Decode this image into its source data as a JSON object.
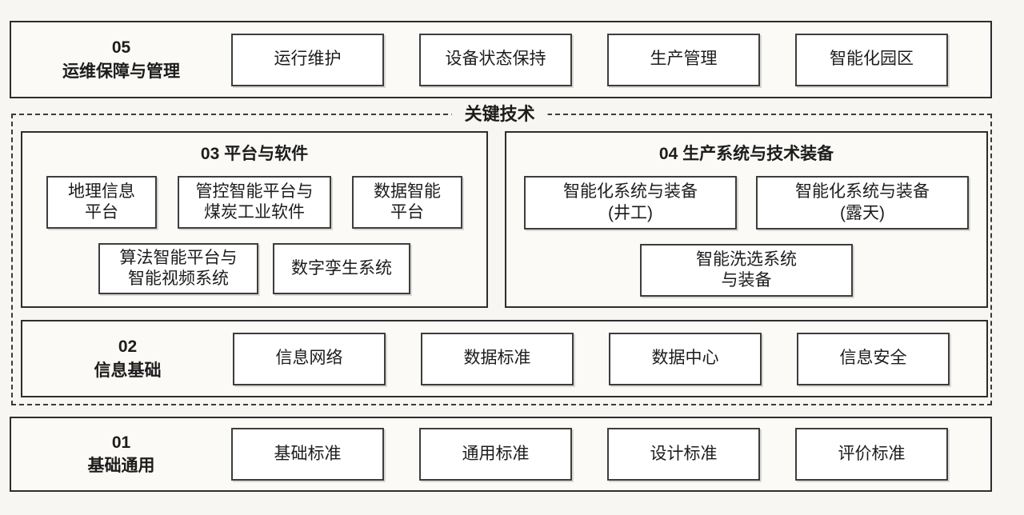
{
  "keytech": {
    "label": "关键技术"
  },
  "section05": {
    "code": "05",
    "name": "运维保障与管理",
    "items": [
      "运行维护",
      "设备状态保持",
      "生产管理",
      "智能化园区"
    ]
  },
  "section03": {
    "title": "03 平台与软件",
    "row1": [
      "地理信息\n平台",
      "管控智能平台与\n煤炭工业软件",
      "数据智能\n平台"
    ],
    "row2": [
      "算法智能平台与\n智能视频系统",
      "数字孪生系统"
    ]
  },
  "section04": {
    "title": "04 生产系统与技术装备",
    "row1": [
      "智能化系统与装备\n(井工)",
      "智能化系统与装备\n(露天)"
    ],
    "row2": [
      "智能洗选系统\n与装备"
    ]
  },
  "section02": {
    "code": "02",
    "name": "信息基础",
    "items": [
      "信息网络",
      "数据标准",
      "数据中心",
      "信息安全"
    ]
  },
  "section01": {
    "code": "01",
    "name": "基础通用",
    "items": [
      "基础标准",
      "通用标准",
      "设计标准",
      "评价标准"
    ]
  },
  "colors": {
    "background": "#f8f6f2",
    "band_fill": "#fbfaf6",
    "node_fill": "#ffffff",
    "border": "#2d2d2d"
  }
}
